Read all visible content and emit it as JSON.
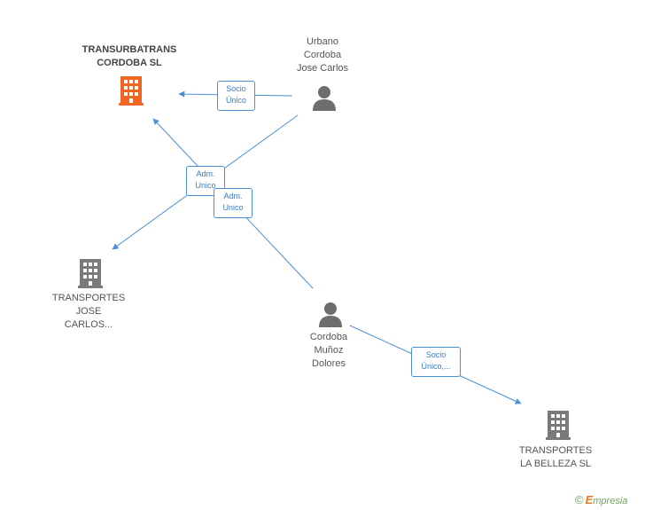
{
  "nodes": {
    "transurbatrans": {
      "lines": [
        "TRANSURBATRANS",
        "CORDOBA SL"
      ],
      "icon": "building-icon",
      "color": "#f26522"
    },
    "urbano": {
      "lines": [
        "Urbano",
        "Cordoba",
        "Jose Carlos"
      ],
      "icon": "person-icon",
      "color": "#6d6d6d"
    },
    "transportes_jose": {
      "lines": [
        "TRANSPORTES",
        "JOSE",
        "CARLOS..."
      ],
      "icon": "building-icon",
      "color": "#7a7a7a"
    },
    "cordoba_munoz": {
      "lines": [
        "Cordoba",
        "Muñoz",
        "Dolores"
      ],
      "icon": "person-icon",
      "color": "#6d6d6d"
    },
    "transportes_belleza": {
      "lines": [
        "TRANSPORTES",
        "LA BELLEZA SL"
      ],
      "icon": "building-icon",
      "color": "#7a7a7a"
    }
  },
  "edges": {
    "socio_unico_1": [
      "Socio",
      "Único"
    ],
    "adm_unico_1": [
      "Adm.",
      "Unico"
    ],
    "adm_unico_2": [
      "Adm.",
      "Unico"
    ],
    "socio_unico_2": [
      "Socio",
      "Único,..."
    ]
  },
  "colors": {
    "edge": "#4a90d9"
  },
  "brand": {
    "copyright": "©",
    "initial": "E",
    "name": "mpresia"
  }
}
